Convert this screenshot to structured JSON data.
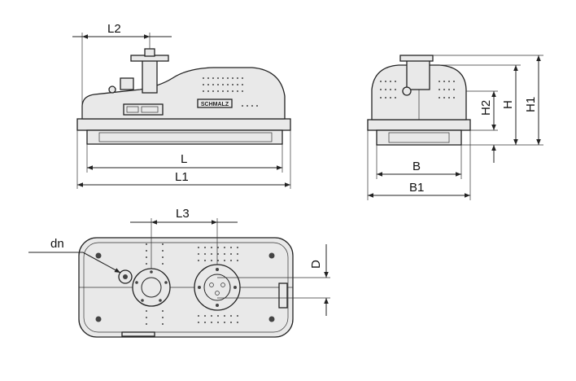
{
  "dimensions": {
    "L2": "L2",
    "L": "L",
    "L1": "L1",
    "H2": "H2",
    "H": "H",
    "H1": "H1",
    "B": "B",
    "B1": "B1",
    "L3": "L3",
    "dn": "dn",
    "D": "D"
  },
  "logo_text": "SCHMALZ"
}
